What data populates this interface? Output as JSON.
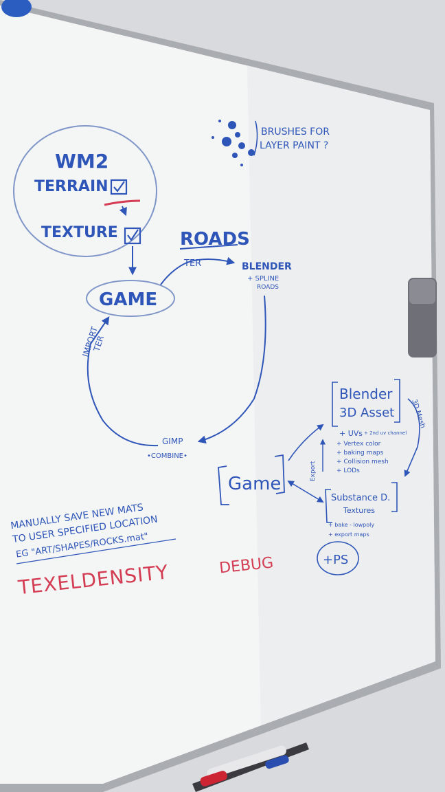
{
  "whiteboard": {
    "brushes_line1": "BRUSHES FOR",
    "brushes_line2": "LAYER PAINT ?",
    "wm2": "WM2",
    "terrain": "TERRAIN",
    "texture": "TEXTURE",
    "roads": "ROADS",
    "ter_roads": "TER",
    "blender_top": "BLENDER",
    "spline": "+ SPLINE",
    "roads_small": "ROADS",
    "game_center": "GAME",
    "import_line1": "IMPORT",
    "import_line2": "TER",
    "gimp": "GIMP",
    "combine": "•COMBINE•",
    "blender_box": "Blender",
    "asset_box": "3D Asset",
    "uvs": "+ UVs",
    "uv_channel": "+ 2nd uv channel",
    "vertex_color": "+ Vertex color",
    "baking_maps": "+ baking maps",
    "collision": "+ Collision mesh",
    "lods": "+ LODs",
    "mesh_3d": "3D Mesh",
    "export": "Export",
    "game_box": "Game",
    "substance": "Substance D.",
    "textures": "Textures",
    "bake_lowpoly": "+ bake - lowpoly",
    "export_maps": "+ export maps",
    "ps": "+PS",
    "manual_line1": "MANUALLY SAVE NEW MATS",
    "manual_line2": "TO USER SPECIFIED LOCATION",
    "manual_line3": "EG \"ART/SHAPES/ROCKS.mat\"",
    "texel_left": "TEXELDENSITY",
    "texel_right": "DEBUG"
  },
  "colors": {
    "wall": "#d9dade",
    "board": "#f4f5f5",
    "frame": "#a9acb0",
    "blue_marker": "#2e55b8",
    "red_marker": "#d33c52",
    "eraser": "#6f6f78"
  }
}
